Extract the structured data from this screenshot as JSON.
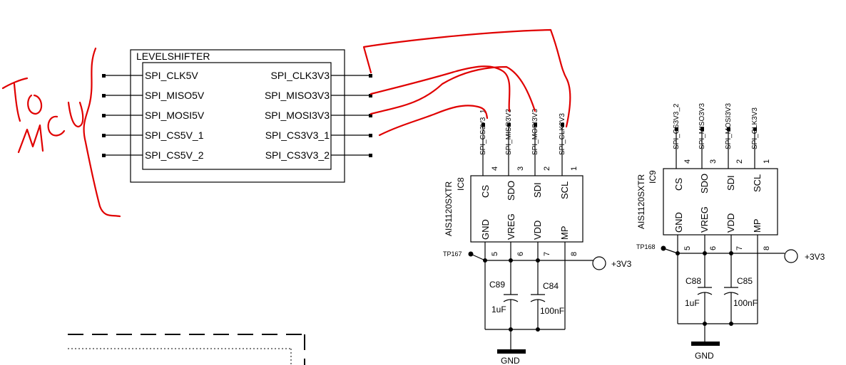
{
  "level_shifter": {
    "title": "LEVELSHIFTER",
    "left_pins": [
      "SPI_CLK5V",
      "SPI_MISO5V",
      "SPI_MOSI5V",
      "SPI_CS5V_1",
      "SPI_CS5V_2"
    ],
    "right_pins": [
      "SPI_CLK3V3",
      "SPI_MISO3V3",
      "SPI_MOSI3V3",
      "SPI_CS3V3_1",
      "SPI_CS3V3_2"
    ]
  },
  "ic8": {
    "ref": "IC8",
    "part": "AIS1120SXTR",
    "top_pins": [
      {
        "name": "CS",
        "num": "4",
        "net": "SPI_CS3V3_1"
      },
      {
        "name": "SDO",
        "num": "3",
        "net": "SPI_MISO3V3"
      },
      {
        "name": "SDI",
        "num": "2",
        "net": "SPI_MOSI3V3"
      },
      {
        "name": "SCL",
        "num": "1",
        "net": "SPI_CLK3V3"
      }
    ],
    "bottom_pins": [
      {
        "name": "GND",
        "num": "5"
      },
      {
        "name": "VREG",
        "num": "6"
      },
      {
        "name": "VDD",
        "num": "7"
      },
      {
        "name": "MP",
        "num": "8"
      }
    ],
    "testpoint": "TP167",
    "supply": "+3V3",
    "cap1": {
      "ref": "C89",
      "value": "1uF"
    },
    "cap2": {
      "ref": "C84",
      "value": "100nF"
    },
    "ground": "GND"
  },
  "ic9": {
    "ref": "IC9",
    "part": "AIS1120SXTR",
    "top_pins": [
      {
        "name": "CS",
        "num": "4",
        "net": "SPI_CS3V3_2"
      },
      {
        "name": "SDO",
        "num": "3",
        "net": "SPI_MISO3V3"
      },
      {
        "name": "SDI",
        "num": "2",
        "net": "SPI_MOSI3V3"
      },
      {
        "name": "SCL",
        "num": "1",
        "net": "SPI_CLK3V3"
      }
    ],
    "bottom_pins": [
      {
        "name": "GND",
        "num": "5"
      },
      {
        "name": "VREG",
        "num": "6"
      },
      {
        "name": "VDD",
        "num": "7"
      },
      {
        "name": "MP",
        "num": "8"
      }
    ],
    "testpoint": "TP168",
    "supply": "+3V3",
    "cap1": {
      "ref": "C88",
      "value": "1uF"
    },
    "cap2": {
      "ref": "C85",
      "value": "100nF"
    },
    "ground": "GND"
  },
  "annotation": {
    "handwritten_text": "To MCU",
    "color": "#e00000"
  }
}
